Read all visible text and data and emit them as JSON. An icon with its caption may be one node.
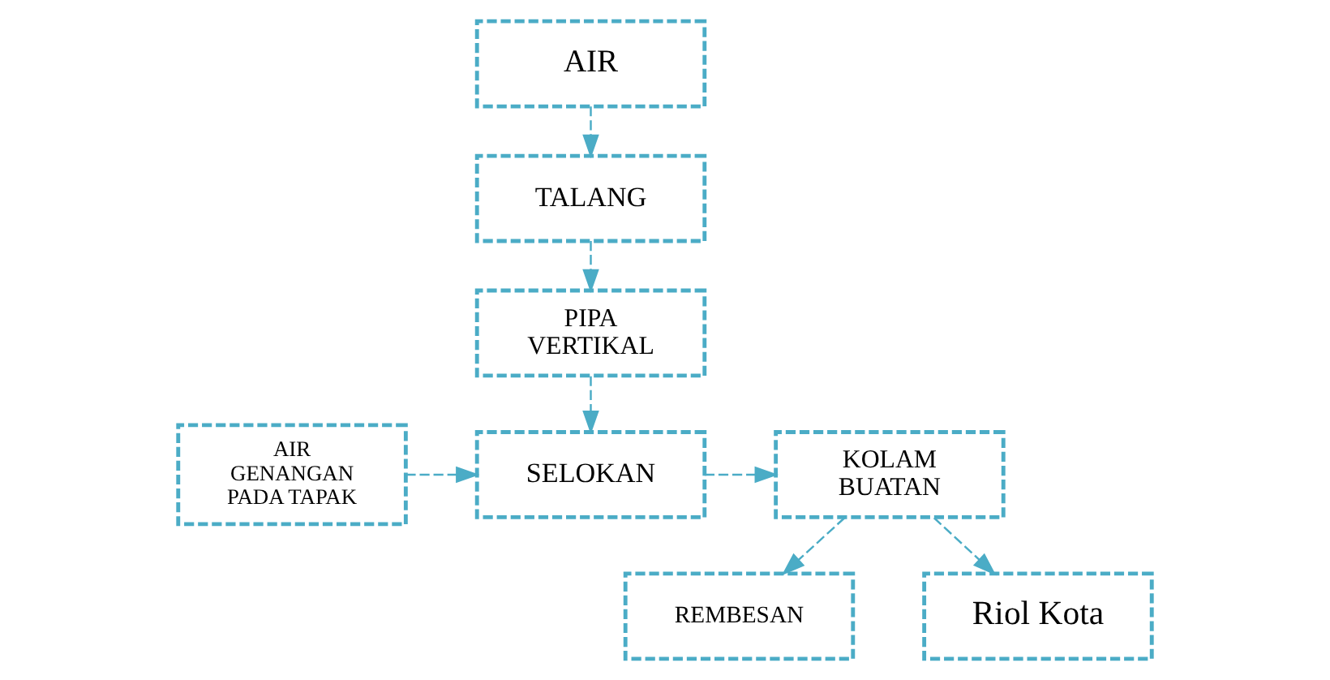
{
  "diagram": {
    "nodes": [
      {
        "text": [
          "AIR"
        ]
      },
      {
        "text": [
          "TALANG"
        ]
      },
      {
        "text": [
          "PIPA VERTIKAL"
        ]
      },
      {
        "text": [
          "AIR GENANGAN PADA TAPAK"
        ]
      },
      {
        "text": [
          "SELOKAN"
        ]
      },
      {
        "text": [
          "KOLAM BUATAN"
        ]
      },
      {
        "text": [
          "REMBESAN"
        ]
      },
      {
        "text": [
          "Riol Kota"
        ]
      }
    ],
    "edges": [
      {
        "from": 0,
        "to": 1,
        "arrow": "to",
        "style": "dashed"
      },
      {
        "from": 1,
        "to": 2,
        "arrow": "to",
        "style": "dashed"
      },
      {
        "from": 2,
        "to": 4,
        "arrow": "to",
        "style": "dashed"
      },
      {
        "from": 3,
        "to": 4,
        "arrow": "to",
        "style": "dashed"
      },
      {
        "from": 4,
        "to": 5,
        "arrow": "to",
        "style": "dashed"
      },
      {
        "from": 5,
        "to": 6,
        "arrow": "to",
        "style": "dashed"
      },
      {
        "from": 5,
        "to": 7,
        "arrow": "to",
        "style": "dashed"
      }
    ]
  }
}
